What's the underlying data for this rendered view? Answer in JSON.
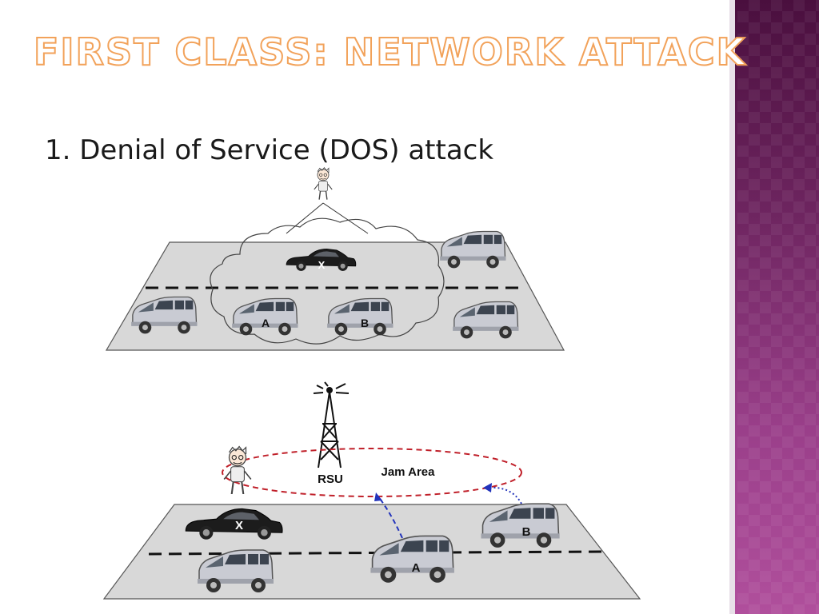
{
  "slide": {
    "title": "First Class: Network Attack",
    "bullet": "1. Denial of Service (DOS) attack"
  },
  "top_scene": {
    "car_x_label": "X",
    "car_a_label": "A",
    "car_b_label": "B"
  },
  "bottom_scene": {
    "rsu_label": "RSU",
    "jam_label": "Jam Area",
    "car_x_label": "X",
    "car_a_label": "A",
    "car_b_label": "B"
  },
  "colors": {
    "title_accent": "#f2a25a",
    "side_band": "#7a2a6a",
    "jam_ring": "#c0202a",
    "signal_arrow": "#2233bb"
  }
}
